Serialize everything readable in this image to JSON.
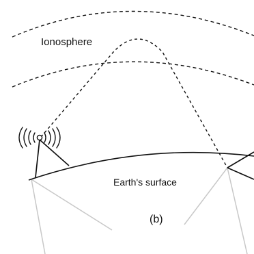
{
  "labels": {
    "ionosphere": "Ionosphere",
    "surface": "Earth's surface",
    "panel": "(b)"
  },
  "colors": {
    "ink": "#111111",
    "ray_faint": "#c8c8c8",
    "background": "#ffffff"
  },
  "icons": {
    "transmitter": "radio-waves-icon"
  }
}
